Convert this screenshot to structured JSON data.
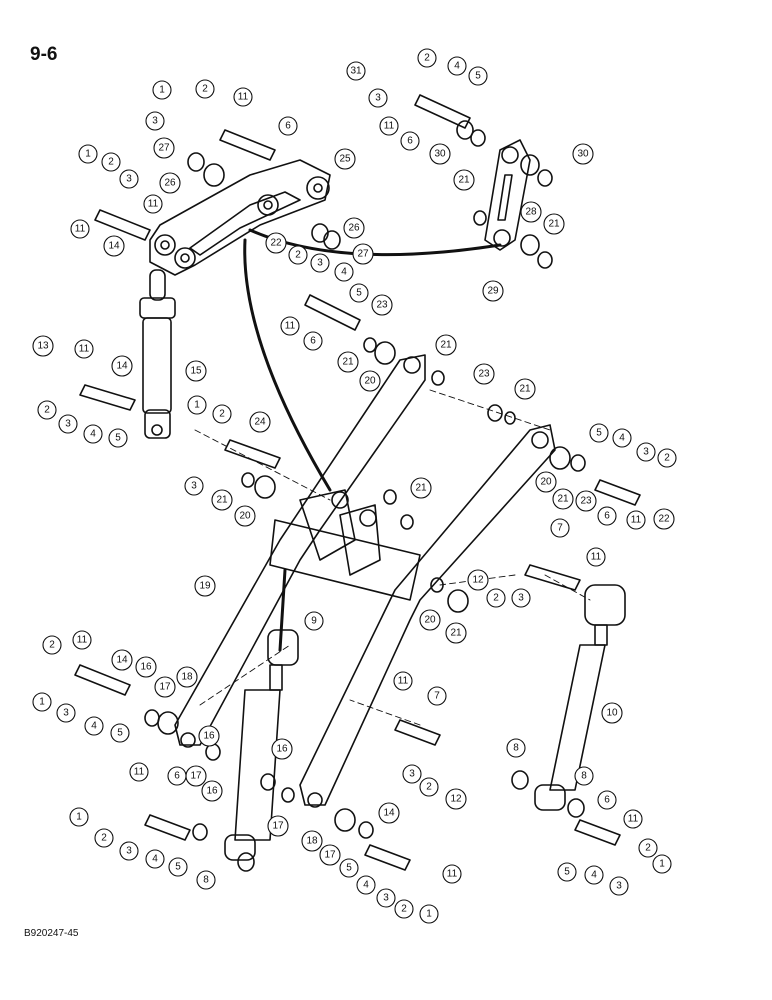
{
  "page_number": "9-6",
  "figure_code": "B920247-45",
  "callouts": [
    "1",
    "2",
    "3",
    "11",
    "6",
    "31",
    "2",
    "4",
    "5",
    "3",
    "11",
    "6",
    "30",
    "27",
    "26",
    "25",
    "1",
    "2",
    "3",
    "11",
    "14",
    "11",
    "21",
    "28",
    "21",
    "30",
    "26",
    "27",
    "29",
    "22",
    "2",
    "3",
    "4",
    "5",
    "23",
    "11",
    "6",
    "21",
    "20",
    "21",
    "23",
    "21",
    "13",
    "11",
    "14",
    "15",
    "2",
    "3",
    "4",
    "5",
    "1",
    "2",
    "24",
    "3",
    "21",
    "20",
    "21",
    "5",
    "4",
    "3",
    "2",
    "20",
    "21",
    "23",
    "6",
    "11",
    "22",
    "7",
    "11",
    "12",
    "2",
    "3",
    "19",
    "9",
    "20",
    "21",
    "2",
    "11",
    "14",
    "16",
    "17",
    "18",
    "1",
    "3",
    "4",
    "5",
    "11",
    "7",
    "10",
    "16",
    "17",
    "16",
    "8",
    "8",
    "3",
    "2",
    "12",
    "11",
    "6",
    "1",
    "2",
    "3",
    "4",
    "5",
    "16",
    "14",
    "17",
    "18",
    "17",
    "8",
    "5",
    "11",
    "4",
    "3",
    "2",
    "1",
    "6",
    "11",
    "2",
    "1",
    "5",
    "4",
    "3"
  ],
  "colors": {
    "ink": "#111111",
    "paper": "#ffffff"
  }
}
